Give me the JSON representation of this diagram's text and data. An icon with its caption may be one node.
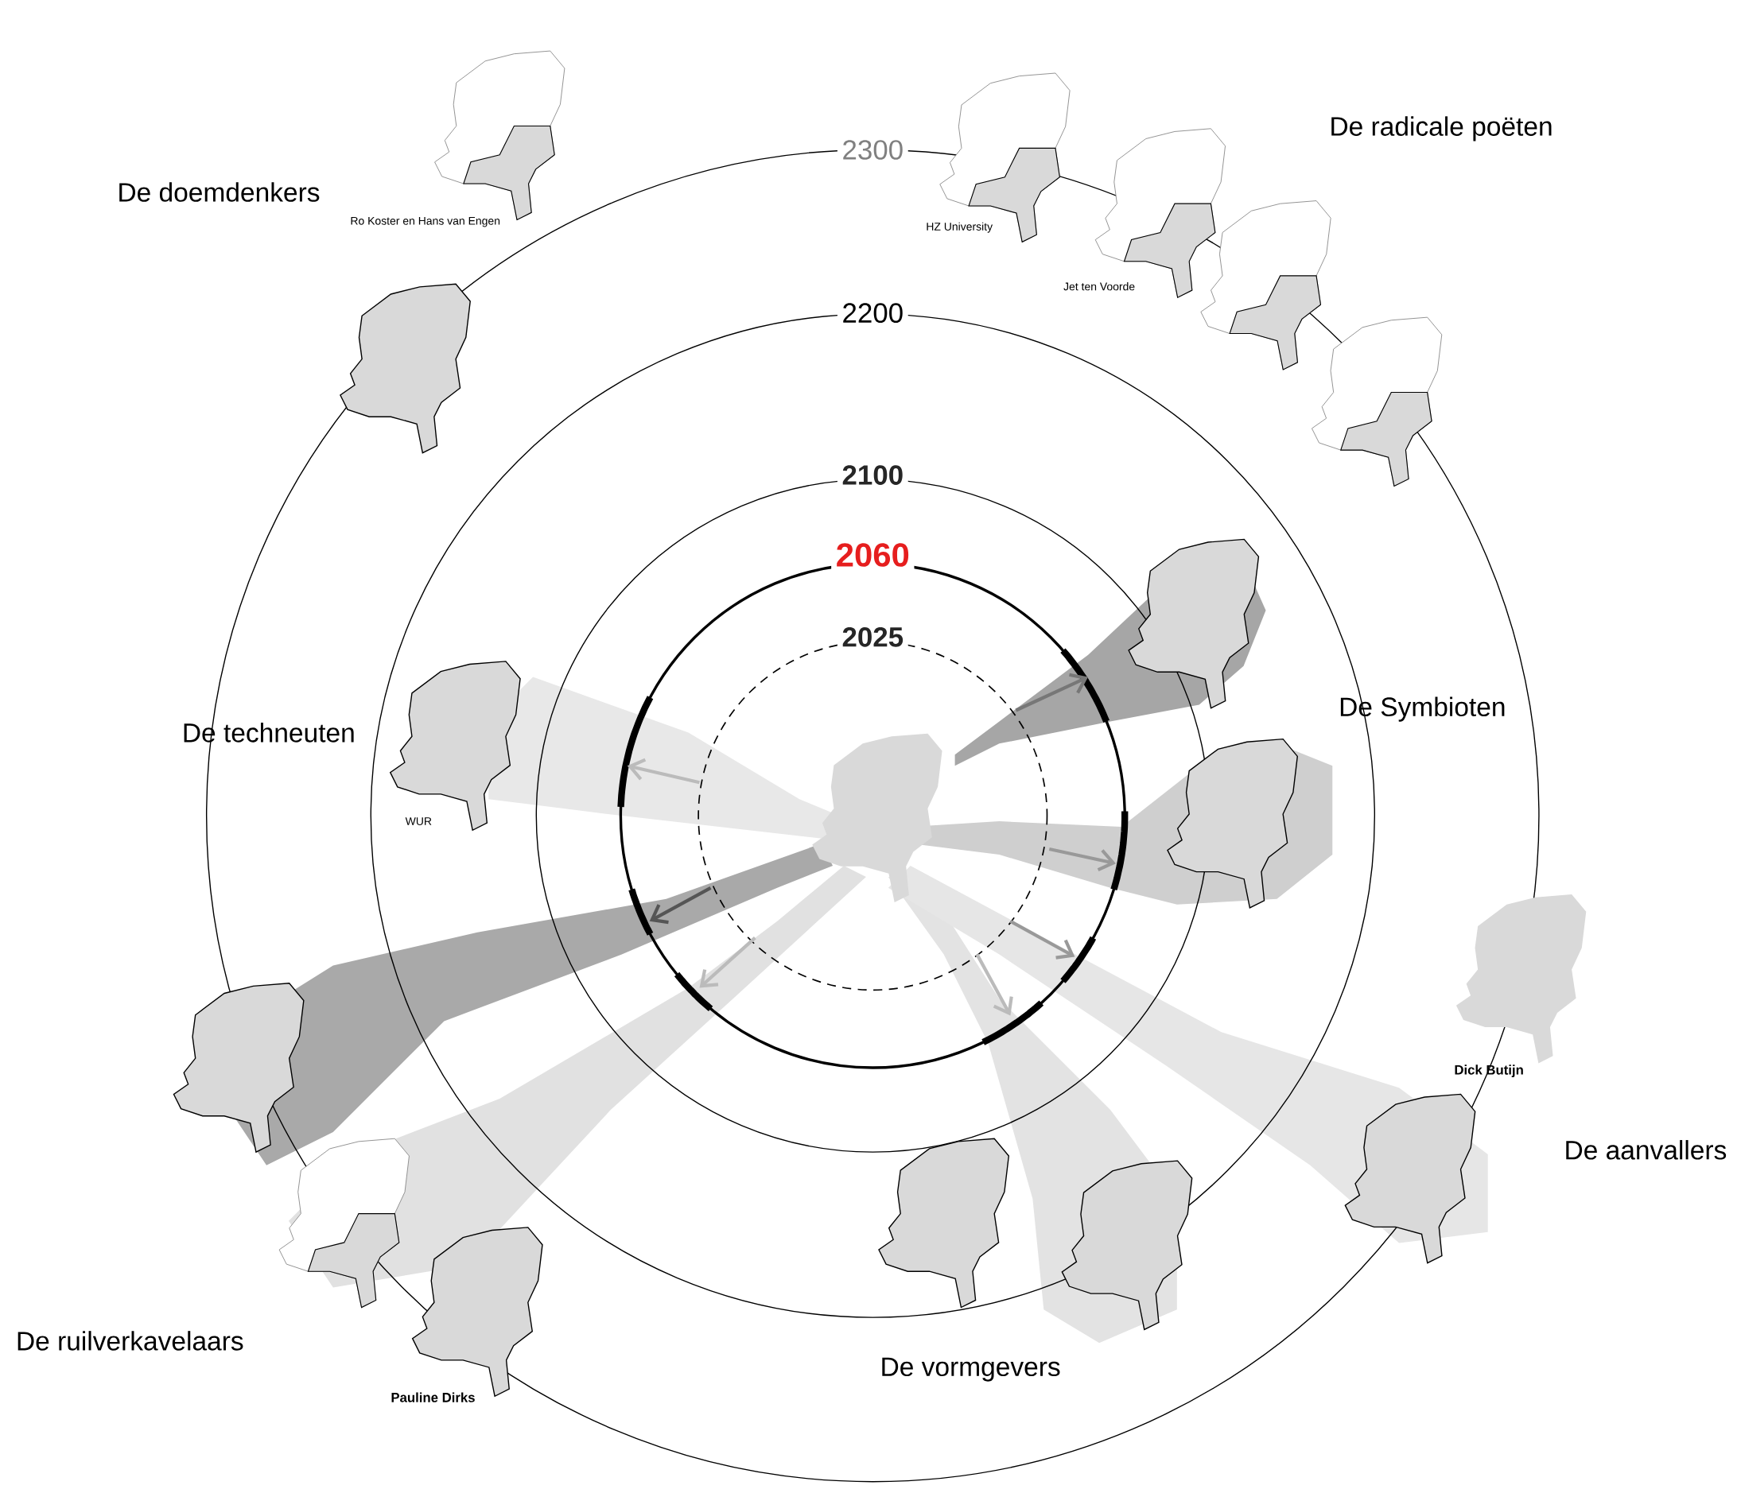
{
  "diagram": {
    "labels": [
      "2300",
      "De radicale poëten",
      "De doemdenkers",
      "Ro Koster en Hans van Engen",
      "HZ University",
      "Jet ten Voorde",
      "2200",
      "2100",
      "2060",
      "2025",
      "De Symbioten",
      "De techneuten",
      "WUR",
      "Dick Butijn",
      "De aanvallers",
      "De ruilverkavelaars",
      "Pauline Dirks",
      "De vormgevers"
    ]
  }
}
